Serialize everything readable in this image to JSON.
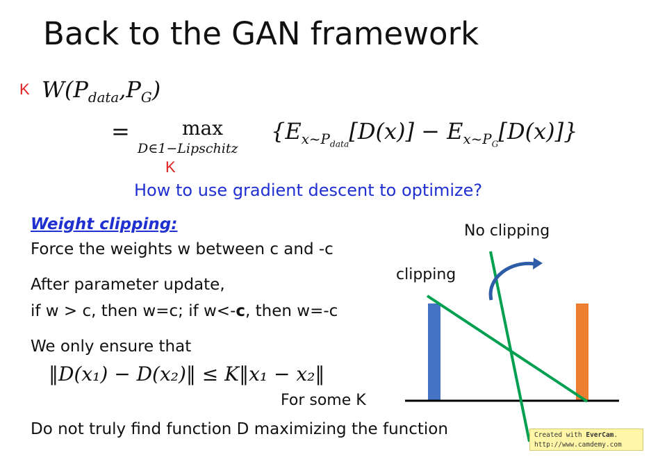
{
  "title": "Back to the GAN framework",
  "formula": {
    "k_marker_left": "K",
    "lhs": "W(P",
    "lhs_sub_data": "data",
    "lhs_mid": ",P",
    "lhs_sub_g": "G",
    "lhs_close": ")",
    "equals": "=",
    "max": "max",
    "max_sub": "D∈1−Lipschitz",
    "k_marker_under": "K",
    "rhs_open": "{E",
    "rhs_sub1": "x~P",
    "rhs_sub1_sub": "data",
    "rhs_mid": "[D(x)] − E",
    "rhs_sub2": "x~P",
    "rhs_sub2_sub": "G",
    "rhs_close": "[D(x)]}"
  },
  "question": "How to use gradient descent to optimize?",
  "section_heading": "Weight clipping:",
  "lines": [
    "Force the weights w between c and -c",
    "After parameter update,",
    "if w > c, then w=c; if w<-",
    "c",
    ", then w=-c",
    "We only ensure that"
  ],
  "inequality": "‖D(x₁) − D(x₂)‖ ≤ K‖x₁ − x₂‖",
  "for_some_k": "For some K",
  "conclusion": "Do not truly find function D maximizing the function",
  "diagram": {
    "label_no_clipping": "No clipping",
    "label_clipping": "clipping",
    "colors": {
      "bar_left": "#4472c4",
      "bar_right": "#ed7d31",
      "line": "#00a050",
      "arrow": "#2e5da8"
    }
  },
  "watermark": {
    "prefix": "Created with ",
    "brand": "EverCam",
    "suffix": ".",
    "url": "http://www.camdemy.com"
  }
}
